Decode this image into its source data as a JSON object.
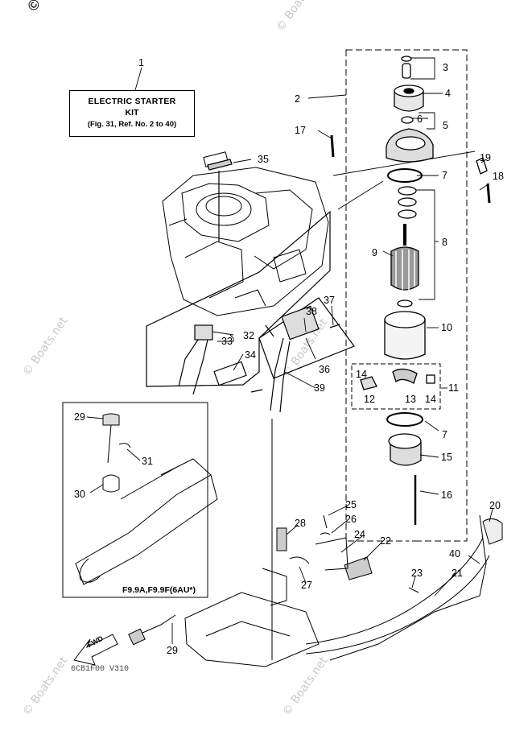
{
  "copyright": "© Boats.net",
  "watermark": "© Boats.net",
  "kit_box": {
    "title": "ELECTRIC STARTER",
    "subtitle": "KIT",
    "reference": "(Fig. 31, Ref. No. 2 to 40)"
  },
  "model_label": "F9.9A,F9.9F(6AU*)",
  "fwd_label": "FWD",
  "diagram_code": "6CB1F00 V310",
  "callouts": [
    "1",
    "2",
    "3",
    "4",
    "5",
    "6",
    "7",
    "8",
    "9",
    "10",
    "11",
    "12",
    "13",
    "14",
    "15",
    "16",
    "17",
    "18",
    "19",
    "20",
    "21",
    "22",
    "23",
    "24",
    "25",
    "26",
    "27",
    "28",
    "29",
    "30",
    "31",
    "32",
    "33",
    "34",
    "35",
    "36",
    "37",
    "38",
    "39",
    "40",
    "7",
    "14",
    "29"
  ]
}
